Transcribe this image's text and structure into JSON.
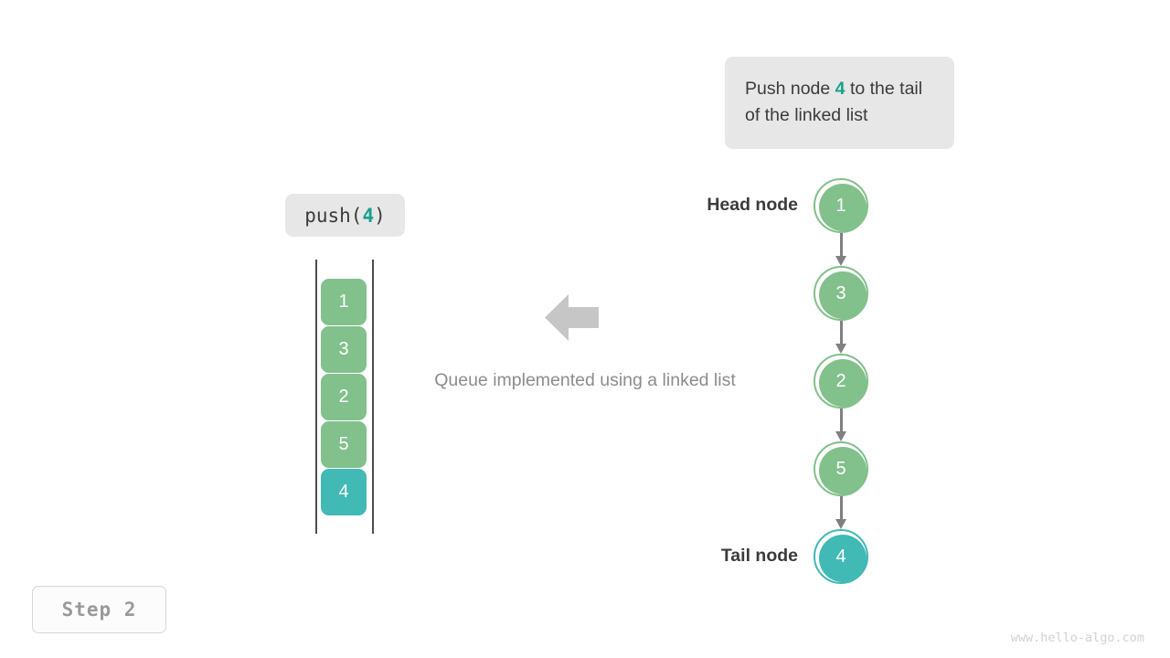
{
  "callout": {
    "text_before": "Push node ",
    "highlight": "4",
    "text_after": " to the tail of the linked list"
  },
  "operation": {
    "prefix": "push(",
    "value": "4",
    "suffix": ")"
  },
  "queue": {
    "caption": "Queue implemented using a linked list",
    "arrow_icon": "arrow-left-icon",
    "cells": [
      {
        "value": "1",
        "color_name": "green"
      },
      {
        "value": "3",
        "color_name": "green"
      },
      {
        "value": "2",
        "color_name": "green"
      },
      {
        "value": "5",
        "color_name": "green"
      },
      {
        "value": "4",
        "color_name": "teal"
      }
    ]
  },
  "linked_list": {
    "head_label": "Head node",
    "tail_label": "Tail node",
    "nodes": [
      {
        "value": "1",
        "color_name": "green"
      },
      {
        "value": "3",
        "color_name": "green"
      },
      {
        "value": "2",
        "color_name": "green"
      },
      {
        "value": "5",
        "color_name": "green"
      },
      {
        "value": "4",
        "color_name": "teal"
      }
    ]
  },
  "step_badge": {
    "label": "Step 2"
  },
  "watermark": {
    "text": "www.hello-algo.com"
  },
  "colors": {
    "green": "#82c08c",
    "teal": "#41b9b4",
    "accent": "#19a08f",
    "chip_bg": "#e7e7e7",
    "text_dark": "#3b3b3b",
    "text_gray": "#8c8c8c",
    "connector": "#808080",
    "arrow_gray": "#c6c6c6"
  }
}
